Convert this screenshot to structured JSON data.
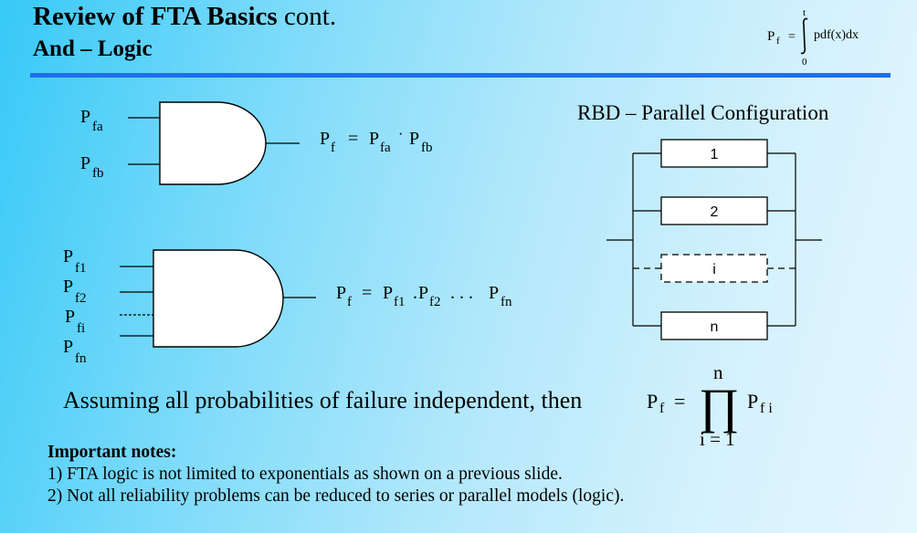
{
  "slide": {
    "title_bold": "Review of FTA Basics",
    "title_rest": "cont.",
    "subtitle": "And – Logic"
  },
  "top_formula": {
    "lhs_base": "P",
    "lhs_sub": "f",
    "equals": "=",
    "upper_limit": "t",
    "lower_limit": "0",
    "integrand": "pdf(x)dx"
  },
  "gate_two_input": {
    "input_a": {
      "base": "P",
      "sub": "fa"
    },
    "input_b": {
      "base": "P",
      "sub": "fb"
    },
    "equation": {
      "lhs_base": "P",
      "lhs_sub": "f",
      "equals": "=",
      "t1_base": "P",
      "t1_sub": "fa",
      "dot": "·",
      "t2_base": "P",
      "t2_sub": "fb"
    }
  },
  "gate_n_input": {
    "inputs": [
      {
        "base": "P",
        "sub": "f1"
      },
      {
        "base": "P",
        "sub": "f2"
      },
      {
        "base": "P",
        "sub": "fi"
      },
      {
        "base": "P",
        "sub": "fn"
      }
    ],
    "equation": {
      "lhs_base": "P",
      "lhs_sub": "f",
      "equals": "=",
      "t1_base": "P",
      "t1_sub": "f1",
      "sep1": ".",
      "t2_base": "P",
      "t2_sub": "f2",
      "sep2": ". . .",
      "t3_base": "P",
      "t3_sub": "fn"
    }
  },
  "rbd": {
    "title": "RBD – Parallel Configuration",
    "blocks": [
      "1",
      "2",
      "i",
      "n"
    ]
  },
  "product_formula": {
    "intro": "Assuming all probabilities of failure independent, then",
    "lhs_base": "P",
    "lhs_sub": "f",
    "equals": "=",
    "upper": "n",
    "symbol": "∏",
    "lower": "i = 1",
    "term_base": "P",
    "term_sub": "f i"
  },
  "notes": {
    "title": "Important notes:",
    "items": [
      "1) FTA logic is not limited to exponentials as shown on a previous slide.",
      "2) Not all reliability problems can be reduced to series or parallel models (logic)."
    ]
  }
}
